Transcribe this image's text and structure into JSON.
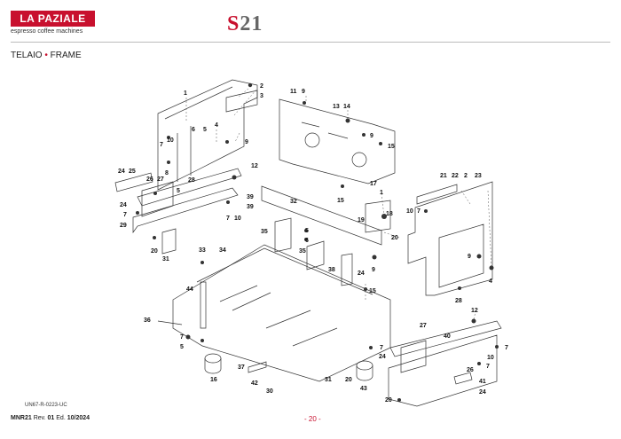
{
  "header": {
    "logo_text": "LA PAZIALE",
    "logo_sub": "espresso coffee machines",
    "model_first": "S",
    "model_rest": "21"
  },
  "section": {
    "title_it": "TELAIO",
    "bullet": "•",
    "title_en": "FRAME"
  },
  "callouts": [
    {
      "id": "c1",
      "t": "1"
    },
    {
      "id": "c2",
      "t": "2"
    },
    {
      "id": "c3",
      "t": "3"
    },
    {
      "id": "c4a",
      "t": "4"
    },
    {
      "id": "c5a",
      "t": "5"
    },
    {
      "id": "c6a",
      "t": "6"
    },
    {
      "id": "c10a",
      "t": "10"
    },
    {
      "id": "c7a",
      "t": "7"
    },
    {
      "id": "c9a",
      "t": "9"
    },
    {
      "id": "c8",
      "t": "8"
    },
    {
      "id": "c28a",
      "t": "28"
    },
    {
      "id": "c12a",
      "t": "12"
    },
    {
      "id": "c24a",
      "t": "24"
    },
    {
      "id": "c25",
      "t": "25"
    },
    {
      "id": "c26a",
      "t": "26"
    },
    {
      "id": "c27a",
      "t": "27"
    },
    {
      "id": "c5b",
      "t": "5"
    },
    {
      "id": "c24b",
      "t": "24"
    },
    {
      "id": "c7b",
      "t": "7"
    },
    {
      "id": "c29",
      "t": "29"
    },
    {
      "id": "c7c",
      "t": "7"
    },
    {
      "id": "c10b",
      "t": "10"
    },
    {
      "id": "c20a",
      "t": "20"
    },
    {
      "id": "c31a",
      "t": "31"
    },
    {
      "id": "c11",
      "t": "11"
    },
    {
      "id": "c9b",
      "t": "9"
    },
    {
      "id": "c13",
      "t": "13"
    },
    {
      "id": "c14",
      "t": "14"
    },
    {
      "id": "c9c",
      "t": "9"
    },
    {
      "id": "c15a",
      "t": "15"
    },
    {
      "id": "c17",
      "t": "17"
    },
    {
      "id": "c1b",
      "t": "1"
    },
    {
      "id": "c15b",
      "t": "15"
    },
    {
      "id": "c39a",
      "t": "39"
    },
    {
      "id": "c39b",
      "t": "39"
    },
    {
      "id": "c32",
      "t": "32"
    },
    {
      "id": "c18",
      "t": "18"
    },
    {
      "id": "c19",
      "t": "19"
    },
    {
      "id": "c20b",
      "t": "20"
    },
    {
      "id": "c35a",
      "t": "35"
    },
    {
      "id": "c5c",
      "t": "5"
    },
    {
      "id": "c6b",
      "t": "6"
    },
    {
      "id": "c35b",
      "t": "35"
    },
    {
      "id": "c9d",
      "t": "9"
    },
    {
      "id": "c38",
      "t": "38"
    },
    {
      "id": "c24c",
      "t": "24"
    },
    {
      "id": "c15c",
      "t": "15"
    },
    {
      "id": "c33",
      "t": "33"
    },
    {
      "id": "c34",
      "t": "34"
    },
    {
      "id": "c44",
      "t": "44"
    },
    {
      "id": "c21",
      "t": "21"
    },
    {
      "id": "c22",
      "t": "22"
    },
    {
      "id": "c2b",
      "t": "2"
    },
    {
      "id": "c23",
      "t": "23"
    },
    {
      "id": "c10c",
      "t": "10"
    },
    {
      "id": "c7d",
      "t": "7"
    },
    {
      "id": "c9e",
      "t": "9"
    },
    {
      "id": "c4b",
      "t": "4"
    },
    {
      "id": "c28b",
      "t": "28"
    },
    {
      "id": "c12b",
      "t": "12"
    },
    {
      "id": "c36",
      "t": "36"
    },
    {
      "id": "c7e",
      "t": "7"
    },
    {
      "id": "c5d",
      "t": "5"
    },
    {
      "id": "c16",
      "t": "16"
    },
    {
      "id": "c37",
      "t": "37"
    },
    {
      "id": "c42",
      "t": "42"
    },
    {
      "id": "c30",
      "t": "30"
    },
    {
      "id": "c31b",
      "t": "31"
    },
    {
      "id": "c20c",
      "t": "20"
    },
    {
      "id": "c43",
      "t": "43"
    },
    {
      "id": "c7f",
      "t": "7"
    },
    {
      "id": "c24d",
      "t": "24"
    },
    {
      "id": "c27b",
      "t": "27"
    },
    {
      "id": "c40",
      "t": "40"
    },
    {
      "id": "c7g",
      "t": "7"
    },
    {
      "id": "c10d",
      "t": "10"
    },
    {
      "id": "c26b",
      "t": "26"
    },
    {
      "id": "c7h",
      "t": "7"
    },
    {
      "id": "c41",
      "t": "41"
    },
    {
      "id": "c24e",
      "t": "24"
    },
    {
      "id": "c20d",
      "t": "20"
    }
  ],
  "footer": {
    "code": "UN67-R-0223-UC",
    "doc": "MNR21",
    "rev_label": "Rev.",
    "rev": "01",
    "ed_label": "Ed.",
    "ed": "10/2024",
    "page": "- 20 -"
  }
}
